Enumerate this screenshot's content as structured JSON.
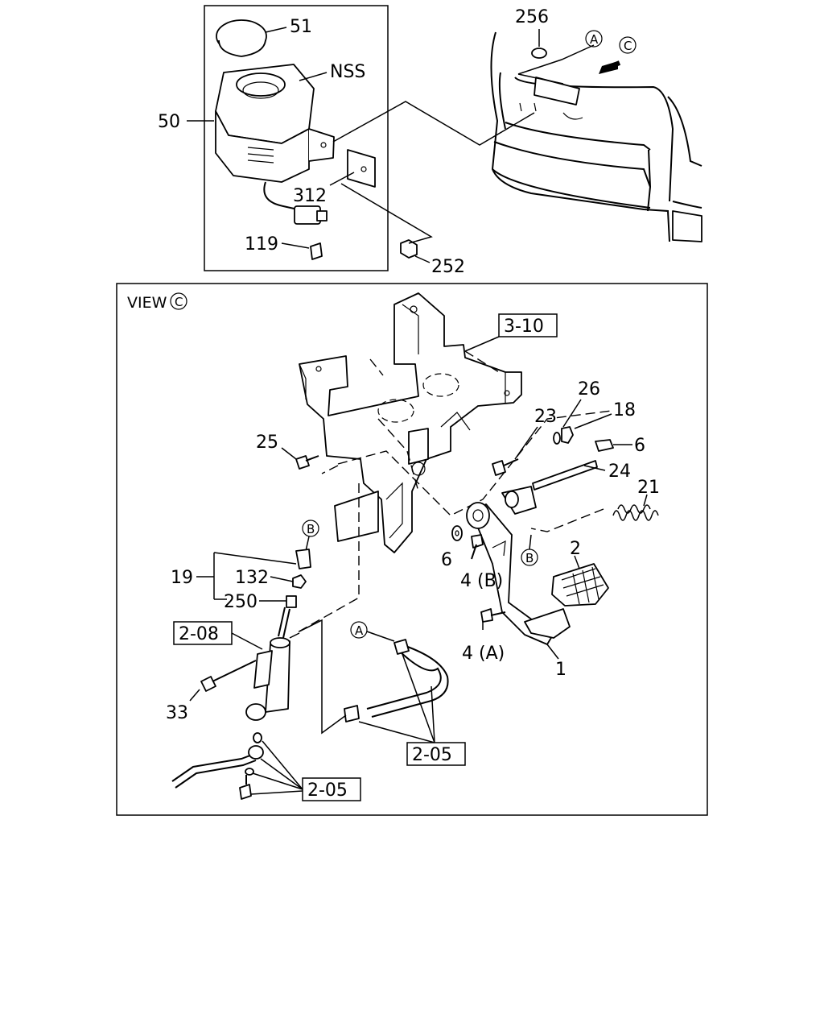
{
  "view_title": "VIEW",
  "view_marker": "C",
  "callouts": {
    "c51": "51",
    "cNSS": "NSS",
    "c50": "50",
    "c312": "312",
    "c119": "119",
    "c252": "252",
    "c256": "256",
    "cA_top": "A",
    "cC_top": "C",
    "c3_10": "3-10",
    "c26": "26",
    "c23": "23",
    "c18": "18",
    "c6a": "6",
    "c25": "25",
    "c24": "24",
    "c21": "21",
    "cB1": "B",
    "c2": "2",
    "c6b": "6",
    "c4B": "4 (B)",
    "cB2": "B",
    "c19": "19",
    "c132": "132",
    "c250": "250",
    "c2_08": "2-08",
    "cA2": "A",
    "c4A": "4 (A)",
    "c1": "1",
    "c33": "33",
    "c2_05a": "2-05",
    "c2_05b": "2-05"
  }
}
